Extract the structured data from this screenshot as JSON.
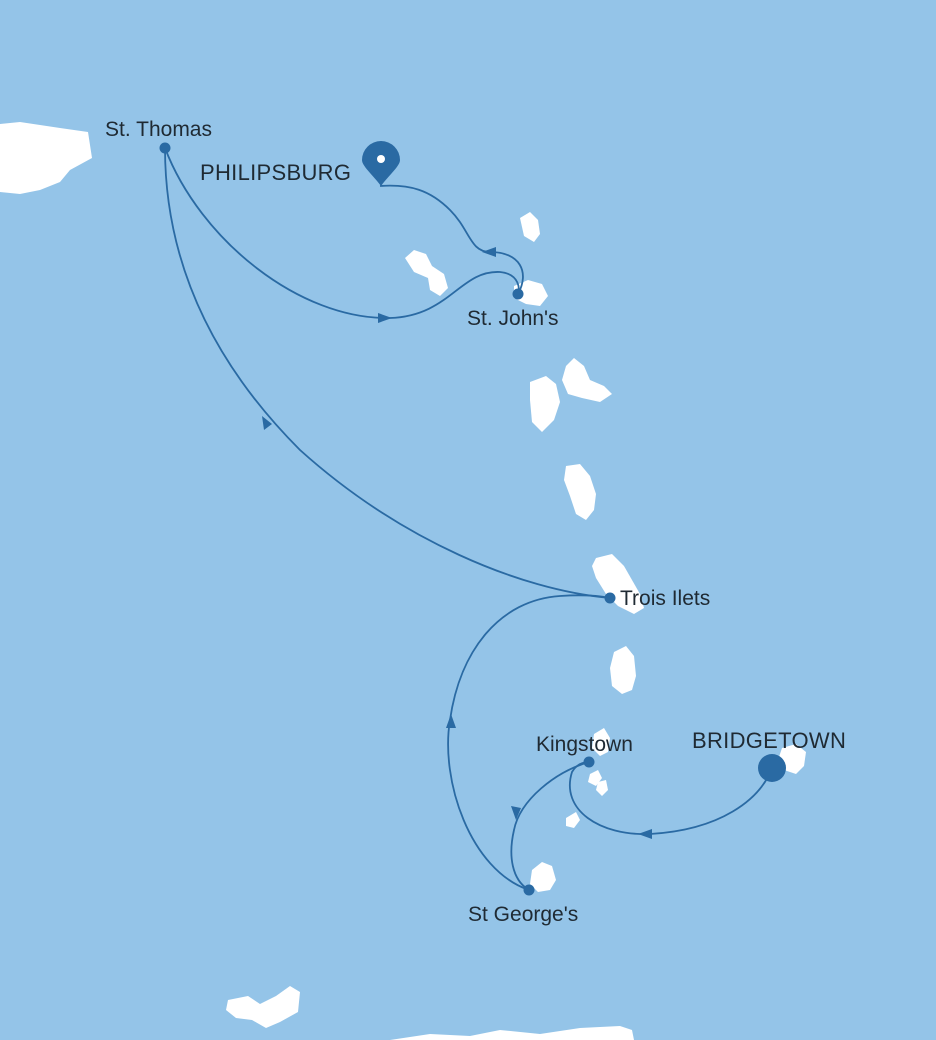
{
  "map": {
    "colors": {
      "sea": "#94c4e8",
      "land": "#ffffff",
      "route": "#2a6aa3",
      "text": "#1f2a33"
    },
    "ports": [
      {
        "id": "st-thomas",
        "label": "St. Thomas",
        "type": "port"
      },
      {
        "id": "philipsburg",
        "label": "PHILIPSBURG",
        "type": "end-pin"
      },
      {
        "id": "st-johns",
        "label": "St. John's",
        "type": "port"
      },
      {
        "id": "trois-ilets",
        "label": "Trois Ilets",
        "type": "port"
      },
      {
        "id": "kingstown",
        "label": "Kingstown",
        "type": "port"
      },
      {
        "id": "bridgetown",
        "label": "BRIDGETOWN",
        "type": "start"
      },
      {
        "id": "st-georges",
        "label": "St George's",
        "type": "port"
      }
    ],
    "itinerary": [
      "bridgetown",
      "kingstown",
      "st-georges",
      "trois-ilets",
      "st-thomas",
      "st-johns",
      "philipsburg"
    ],
    "icons": {
      "start": "circle-icon",
      "end": "map-pin-icon",
      "stop": "dot-icon",
      "direction": "arrowhead-icon"
    }
  }
}
